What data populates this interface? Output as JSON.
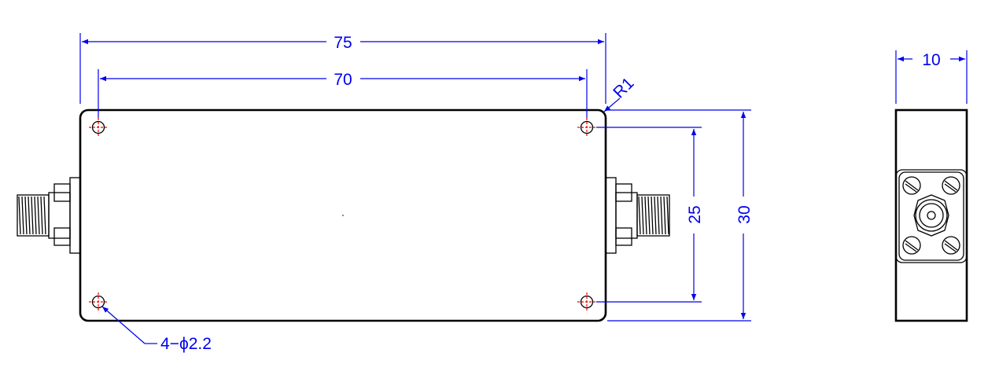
{
  "dimensions": {
    "overall_length": "75",
    "hole_spacing_length": "70",
    "corner_radius": "R1",
    "hole_callout": "4−ϕ2.2",
    "hole_spacing_height": "25",
    "overall_height": "30",
    "depth": "10"
  },
  "colors": {
    "dimension": "#0000ee",
    "centerline": "#ff0000",
    "outline": "#000000"
  },
  "icons": [
    "sma-connector-left-icon",
    "sma-connector-right-icon",
    "sma-connector-end-icon"
  ]
}
